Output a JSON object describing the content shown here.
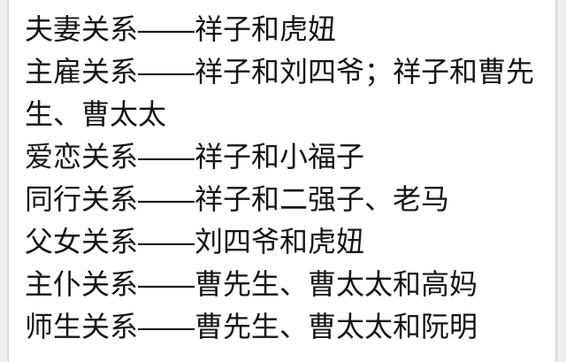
{
  "page": {
    "background_color": "#ededed",
    "card_color": "#ffffff",
    "divider_color": "#d9d9d9",
    "text_color": "#141414"
  },
  "text": {
    "dash": "——"
  },
  "relations": [
    {
      "label": "夫妻关系",
      "names": "祥子和虎妞"
    },
    {
      "label": "主雇关系",
      "names": "祥子和刘四爷；祥子和曹先生、曹太太"
    },
    {
      "label": "爱恋关系",
      "names": "祥子和小福子"
    },
    {
      "label": "同行关系",
      "names": "祥子和二强子、老马"
    },
    {
      "label": "父女关系",
      "names": "刘四爷和虎妞"
    },
    {
      "label": "主仆关系",
      "names": "曹先生、曹太太和高妈"
    },
    {
      "label": "师生关系",
      "names": "曹先生、曹太太和阮明"
    }
  ]
}
